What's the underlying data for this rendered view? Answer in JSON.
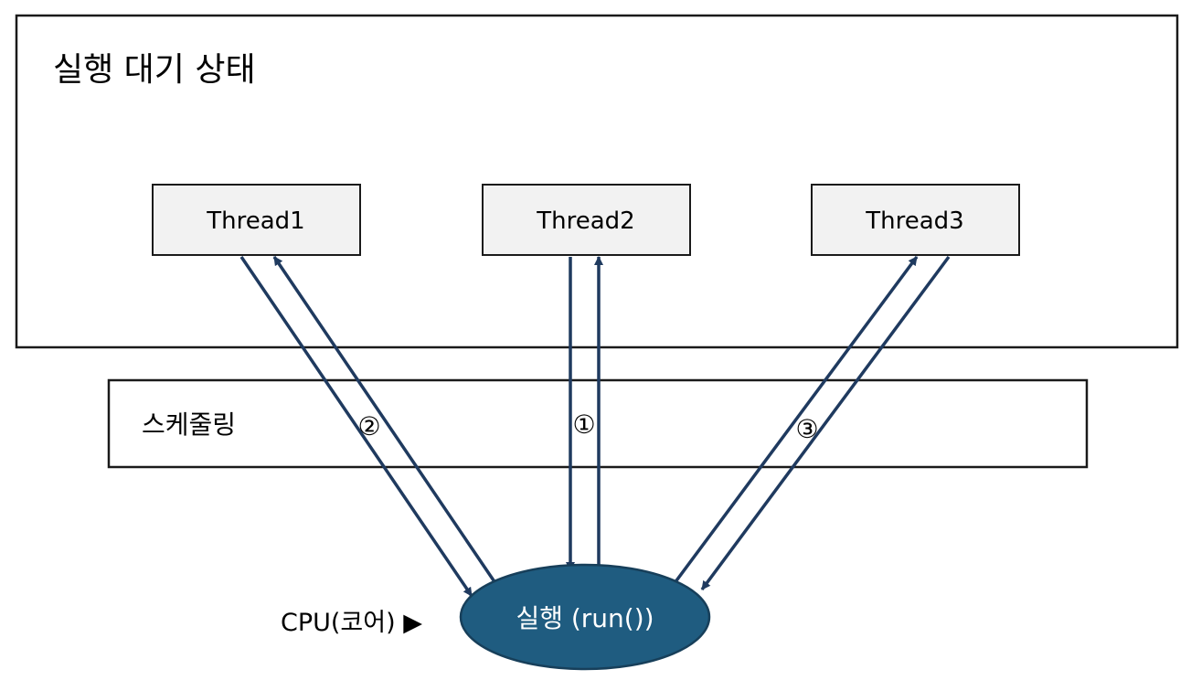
{
  "waiting_state": {
    "title": "실행 대기 상태"
  },
  "threads": [
    {
      "label": "Thread1"
    },
    {
      "label": "Thread2"
    },
    {
      "label": "Thread3"
    }
  ],
  "scheduling": {
    "label": "스케줄링"
  },
  "order_markers": [
    {
      "thread": "Thread2",
      "label": "①"
    },
    {
      "thread": "Thread1",
      "label": "②"
    },
    {
      "thread": "Thread3",
      "label": "③"
    }
  ],
  "cpu": {
    "label": "CPU(코어) ▶"
  },
  "running": {
    "label": "실행 (run())"
  },
  "colors": {
    "arrow": "#1f3a5f",
    "thread_fill": "#f2f2f2",
    "run_fill": "#1f5c80",
    "run_stroke": "#173f5a",
    "run_text": "#ffffff",
    "border": "#1a1a1a"
  }
}
